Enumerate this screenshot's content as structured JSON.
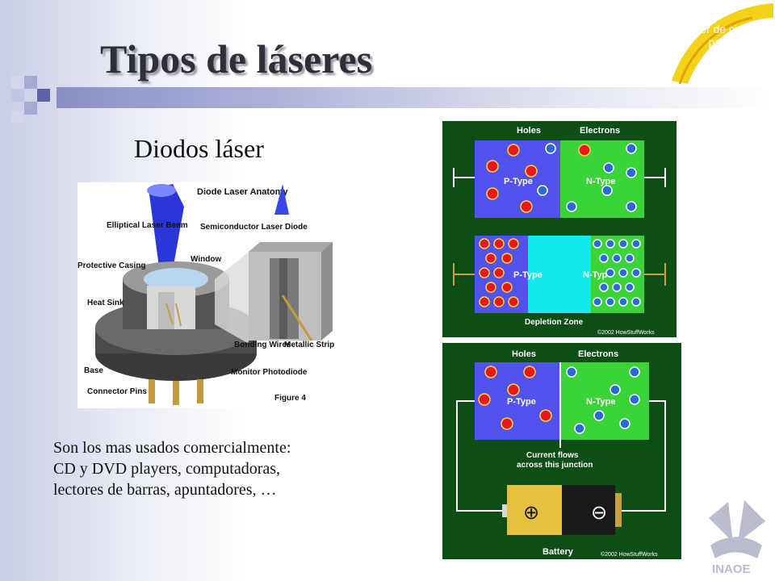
{
  "slide": {
    "title": "Tipos de láseres",
    "subtitle": "Diodos láser",
    "body_lines": [
      "Son los mas usados comercialmente:",
      "CD y DVD players, computadoras,",
      "lectores de barras, apuntadores, …"
    ]
  },
  "logo": {
    "line1": "taller de ciencia",
    "line2": "para profes",
    "watermark": "INAOE"
  },
  "figure": {
    "title": "Diode Laser Anatomy",
    "labels": {
      "beam": "Elliptical Laser Beam",
      "casing": "Protective Casing",
      "heatsink": "Heat Sink",
      "base": "Base",
      "pins": "Connector Pins",
      "semiconductor": "Semiconductor Laser Diode",
      "window": "Window",
      "bonding": "Bonding Wires",
      "photodiode": "Monitor Photodiode",
      "strip": "Metallic Strip",
      "figure_no": "Figure 4"
    }
  },
  "junction_top": {
    "holes": "Holes",
    "electrons": "Electrons",
    "p_type": "P-Type",
    "n_type": "N-Type",
    "copyright": "©2002 HowStuffWorks"
  },
  "junction_mid": {
    "p_type": "P-Type",
    "n_type": "N-Type",
    "zone": "Depletion Zone",
    "copyright": "©2002 HowStuffWorks"
  },
  "junction_bottom": {
    "holes": "Holes",
    "electrons": "Electrons",
    "p_type": "P-Type",
    "n_type": "N-Type",
    "current_line1": "Current flows",
    "current_line2": "across this junction",
    "battery": "Battery",
    "plus": "⊕",
    "minus": "⊖",
    "copyright": "©2002 HowStuffWorks"
  },
  "colors": {
    "panel_bg": "#0c4e16",
    "p_type": "#5252ee",
    "n_type": "#3ad43a",
    "depletion": "#12e8ee"
  }
}
